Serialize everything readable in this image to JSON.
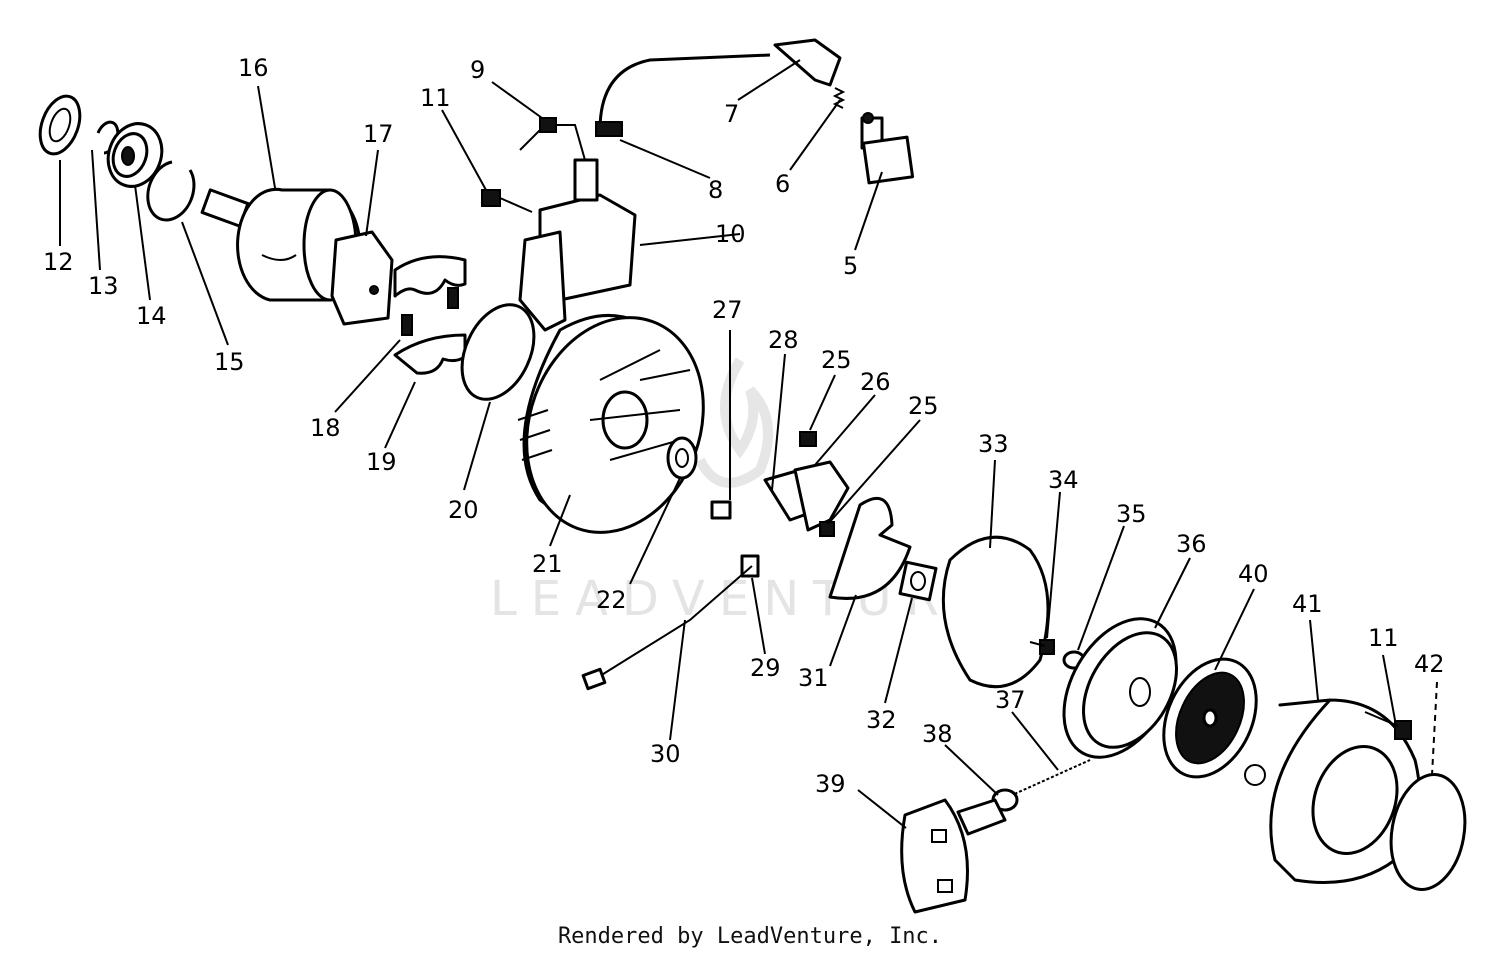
{
  "watermark": "LEADVENTURE",
  "footer": "Rendered by LeadVenture, Inc.",
  "callouts": [
    "5",
    "6",
    "7",
    "8",
    "9",
    "10",
    "11",
    "12",
    "13",
    "14",
    "15",
    "16",
    "17",
    "18",
    "19",
    "20",
    "21",
    "22",
    "25",
    "26",
    "27",
    "28",
    "29",
    "30",
    "31",
    "32",
    "33",
    "34",
    "35",
    "36",
    "37",
    "38",
    "39",
    "40",
    "41",
    "42"
  ],
  "callout_11_second": "11",
  "callout_25_second": "25"
}
